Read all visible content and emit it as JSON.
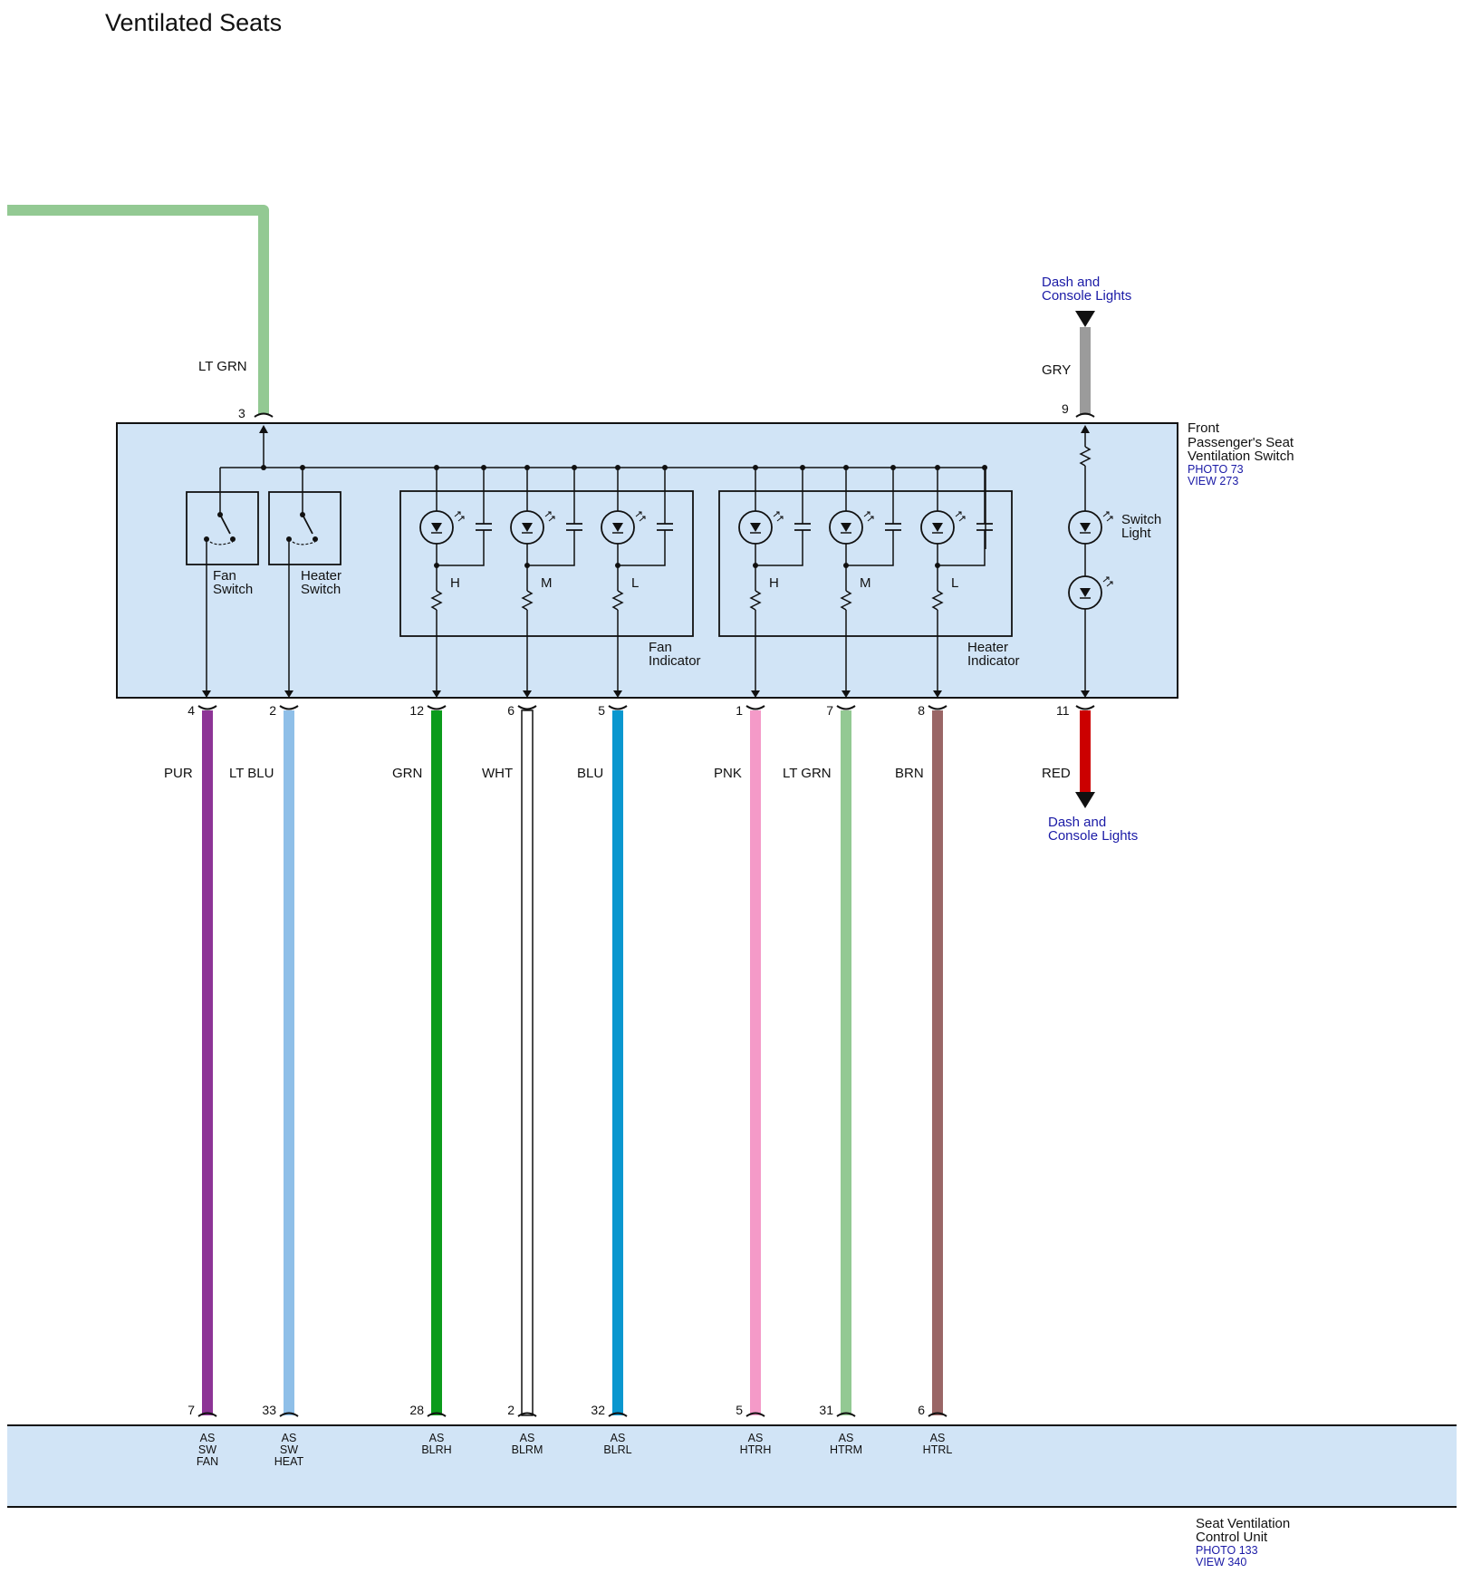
{
  "title": "Ventilated Seats",
  "colors": {
    "lt_grn": "#93c993",
    "gry": "#9b9b9b",
    "pur": "#8d3496",
    "lt_blu": "#8fbfe8",
    "grn": "#0b9b1b",
    "wht": "#ffffff",
    "blu": "#0a97cf",
    "pnk": "#f49ac8",
    "brn": "#9a6666",
    "red": "#cc0000",
    "box_fill": "#d1e4f6",
    "link_blue": "#1a1aa6"
  },
  "input_wire": {
    "pin": "3",
    "color_label": "LT GRN"
  },
  "top_feed": {
    "source": [
      "Dash and",
      "Console Lights"
    ],
    "color_label": "GRY",
    "pin": "9"
  },
  "switch_box": {
    "name": [
      "Front",
      "Passenger's Seat",
      "Ventilation Switch"
    ],
    "photo": "PHOTO 73",
    "view": "VIEW 273",
    "fan_switch": [
      "Fan",
      "Switch"
    ],
    "heater_switch": [
      "Heater",
      "Switch"
    ],
    "fan_indicator": [
      "Fan",
      "Indicator"
    ],
    "heater_indicator": [
      "Heater",
      "Indicator"
    ],
    "switch_light": [
      "Switch",
      "Light"
    ],
    "fan_levels": [
      "H",
      "M",
      "L"
    ],
    "heater_levels": [
      "H",
      "M",
      "L"
    ]
  },
  "wires": [
    {
      "top_pin": "4",
      "color_label": "PUR",
      "color": "#8d3496",
      "bottom_pin": "7",
      "terminal": [
        "AS",
        "SW",
        "FAN"
      ]
    },
    {
      "top_pin": "2",
      "color_label": "LT BLU",
      "color": "#8fbfe8",
      "bottom_pin": "33",
      "terminal": [
        "AS",
        "SW",
        "HEAT"
      ]
    },
    {
      "top_pin": "12",
      "color_label": "GRN",
      "color": "#0b9b1b",
      "bottom_pin": "28",
      "terminal": [
        "AS",
        "BLRH"
      ]
    },
    {
      "top_pin": "6",
      "color_label": "WHT",
      "color": "#ffffff",
      "bottom_pin": "2",
      "terminal": [
        "AS",
        "BLRM"
      ]
    },
    {
      "top_pin": "5",
      "color_label": "BLU",
      "color": "#0a97cf",
      "bottom_pin": "32",
      "terminal": [
        "AS",
        "BLRL"
      ]
    },
    {
      "top_pin": "1",
      "color_label": "PNK",
      "color": "#f49ac8",
      "bottom_pin": "5",
      "terminal": [
        "AS",
        "HTRH"
      ]
    },
    {
      "top_pin": "7",
      "color_label": "LT GRN",
      "color": "#93c993",
      "bottom_pin": "31",
      "terminal": [
        "AS",
        "HTRM"
      ]
    },
    {
      "top_pin": "8",
      "color_label": "BRN",
      "color": "#9a6666",
      "bottom_pin": "6",
      "terminal": [
        "AS",
        "HTRL"
      ]
    }
  ],
  "light_output": {
    "pin": "11",
    "color_label": "RED",
    "dest": [
      "Dash and",
      "Console Lights"
    ]
  },
  "control_unit": {
    "name": [
      "Seat Ventilation",
      "Control Unit"
    ],
    "photo": "PHOTO 133",
    "view": "VIEW 340"
  }
}
